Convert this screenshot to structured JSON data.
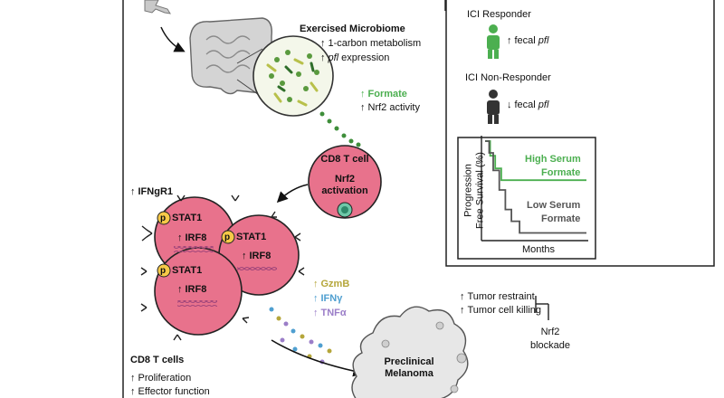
{
  "microbiome": {
    "title": "Exercised Microbiome",
    "line1": "1-carbon metabolism",
    "line2_italic": "pfl",
    "line2_rest": " expression"
  },
  "formate": {
    "label": "Formate",
    "nrf2": "Nrf2 activity",
    "color": "#4caf50"
  },
  "tcell": {
    "title": "CD8 T cell",
    "line1": "Nrf2",
    "line2": "activation"
  },
  "ifngr1": "IFNgR1",
  "cells": {
    "p": "p",
    "stat1": "STAT1",
    "irf8": "IRF8"
  },
  "cytokines": [
    {
      "label": "GzmB",
      "color": "#b5a63a"
    },
    {
      "label": "IFNγ",
      "color": "#4f9fd0"
    },
    {
      "label": "TNFα",
      "color": "#9b7ec8"
    }
  ],
  "cd8": {
    "title": "CD8 T cells",
    "line1": "Proliferation",
    "line2": "Effector function"
  },
  "tumor": {
    "line1": "Tumor restraint",
    "line2": "Tumor cell killing",
    "name1": "Preclinical",
    "name2": "Melanoma"
  },
  "blockade": {
    "line1": "Nrf2",
    "line2": "blockade"
  },
  "panel": {
    "responder": "ICI Responder",
    "responder_text": "fecal ",
    "responder_italic": "pfl",
    "nonresponder": "ICI Non-Responder",
    "nonresponder_text": "fecal ",
    "nonresponder_italic": "pfl",
    "responder_color": "#4caf50",
    "nonresponder_color": "#333333"
  },
  "chart_data": {
    "type": "line",
    "xlabel": "Months",
    "ylabel_line1": "Progression",
    "ylabel_line2": "Free Survival (%)",
    "series": [
      {
        "name": "High Serum Formate",
        "name_line1": "High Serum",
        "name_line2": "Formate",
        "color": "#4caf50",
        "x": [
          0,
          0.05,
          0.05,
          0.1,
          0.1,
          0.16,
          0.16,
          1.0
        ],
        "y": [
          1.0,
          1.0,
          0.85,
          0.85,
          0.72,
          0.72,
          0.6,
          0.6
        ]
      },
      {
        "name": "Low Serum Formate",
        "name_line1": "Low Serum",
        "name_line2": "Formate",
        "color": "#555555",
        "x": [
          0,
          0.04,
          0.04,
          0.08,
          0.08,
          0.14,
          0.14,
          0.2,
          0.2,
          0.26,
          0.26,
          0.34,
          0.34,
          1.0
        ],
        "y": [
          1.0,
          1.0,
          0.88,
          0.88,
          0.7,
          0.7,
          0.5,
          0.5,
          0.3,
          0.3,
          0.18,
          0.18,
          0.06,
          0.06
        ]
      }
    ]
  }
}
